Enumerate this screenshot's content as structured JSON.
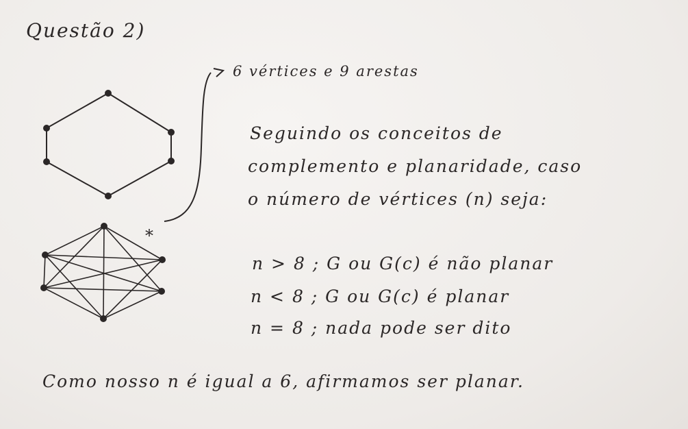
{
  "title": "Questão 2)",
  "side_note": "6 vértices e 9 arestas",
  "marker": "*",
  "paragraph": [
    "Seguindo os conceitos de",
    "complemento e planaridade, caso",
    "o número de vértices (n) seja:"
  ],
  "cases": [
    "n > 8 ; G ou G(c) é não planar",
    "n < 8 ; G ou G(c) é planar",
    "n = 8 ; nada pode ser dito"
  ],
  "conclusion": "Como nosso n é igual a 6, afirmamos ser planar.",
  "colors": {
    "ink": "#2b2727",
    "paper": "#f1efed"
  }
}
